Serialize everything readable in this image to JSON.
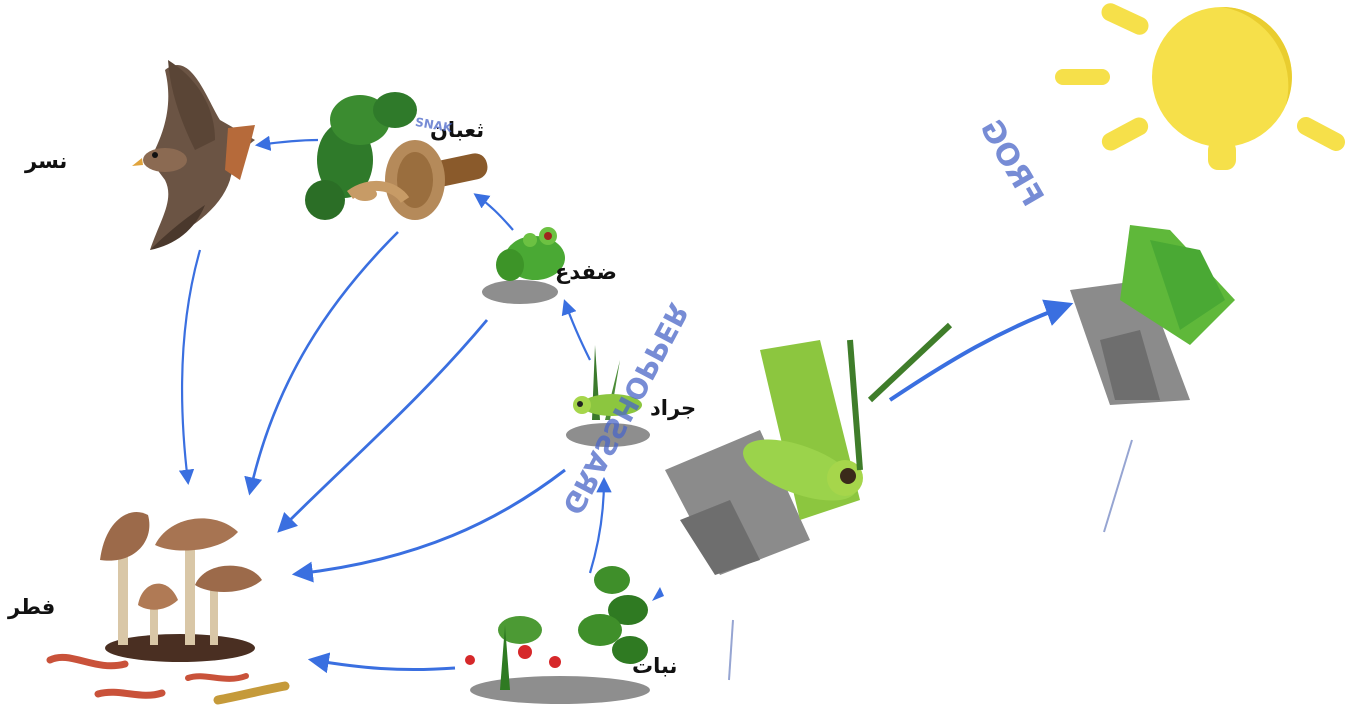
{
  "diagram": {
    "organisms": {
      "eagle": "نسر",
      "snake": "ثعبان",
      "frog": "ضفدع",
      "grasshopper": "جراد",
      "plant": "نبات",
      "fungi": "فطر"
    },
    "faded_texts": {
      "snake_tag": "SNAK",
      "grasshopper_mirror": "GRASSHOPPER",
      "frog_mirror": "FROG"
    },
    "arrow_color": "#3a6fe0",
    "sun_color": "#f6e04a",
    "relations": [
      {
        "from": "plant",
        "to": "grasshopper"
      },
      {
        "from": "grasshopper",
        "to": "frog"
      },
      {
        "from": "frog",
        "to": "snake"
      },
      {
        "from": "snake",
        "to": "eagle"
      },
      {
        "from": "eagle",
        "to": "fungi"
      },
      {
        "from": "snake",
        "to": "fungi"
      },
      {
        "from": "frog",
        "to": "fungi"
      },
      {
        "from": "grasshopper",
        "to": "fungi"
      },
      {
        "from": "plant",
        "to": "fungi"
      }
    ]
  }
}
